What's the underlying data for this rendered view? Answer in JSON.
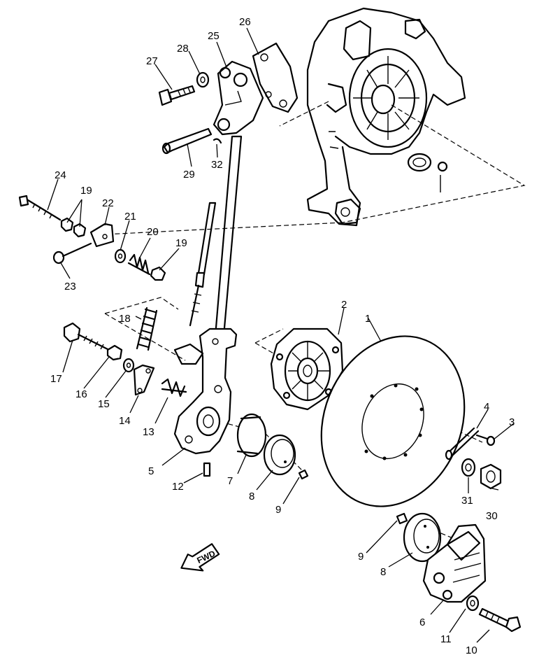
{
  "labels": [
    "1",
    "2",
    "3",
    "4",
    "5",
    "6",
    "7",
    "8",
    "8",
    "9",
    "9",
    "10",
    "11",
    "12",
    "13",
    "14",
    "15",
    "16",
    "17",
    "18",
    "19",
    "19",
    "20",
    "21",
    "22",
    "23",
    "24",
    "25",
    "26",
    "27",
    "28",
    "29",
    "30",
    "31",
    "32"
  ],
  "direction_marker": "FWD"
}
